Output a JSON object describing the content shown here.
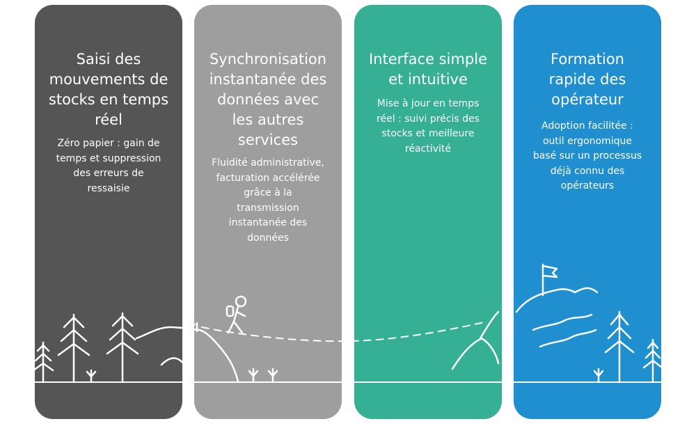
{
  "panels": [
    {
      "title_lines": [
        "Saisi des",
        "mouvements de",
        "stocks en temps",
        "réel"
      ],
      "desc_lines": [
        "Zéro papier : gain de",
        "temps et suppression",
        "des erreurs de",
        "ressaisie"
      ],
      "color": "#555555"
    },
    {
      "title_lines": [
        "Synchronisation",
        "instantanée des",
        "données avec",
        "les autres",
        "services"
      ],
      "desc_lines": [
        "Fluidité administrative,",
        "facturation accélérée",
        "grâce à la",
        "transmission",
        "instantanée des",
        "données"
      ],
      "color": "#9e9e9e"
    },
    {
      "title_lines": [
        "Interface simple",
        "et intuitive"
      ],
      "desc_lines": [
        "Mise à jour en temps",
        "réel : suivi précis des",
        "stocks et meilleure",
        "réactivité"
      ],
      "color": "#35b095"
    },
    {
      "title_lines": [
        "Formation",
        "rapide des",
        "opérateur"
      ],
      "desc_lines": [
        "Adoption facilitée :",
        "outil ergonomique",
        "basé sur un processus",
        "déjà connu des",
        "opérateurs"
      ],
      "color": "#1f8fd0"
    }
  ],
  "icons": [
    "pine-tree-icon",
    "hiker-icon",
    "mountain-icon",
    "flag-icon"
  ]
}
